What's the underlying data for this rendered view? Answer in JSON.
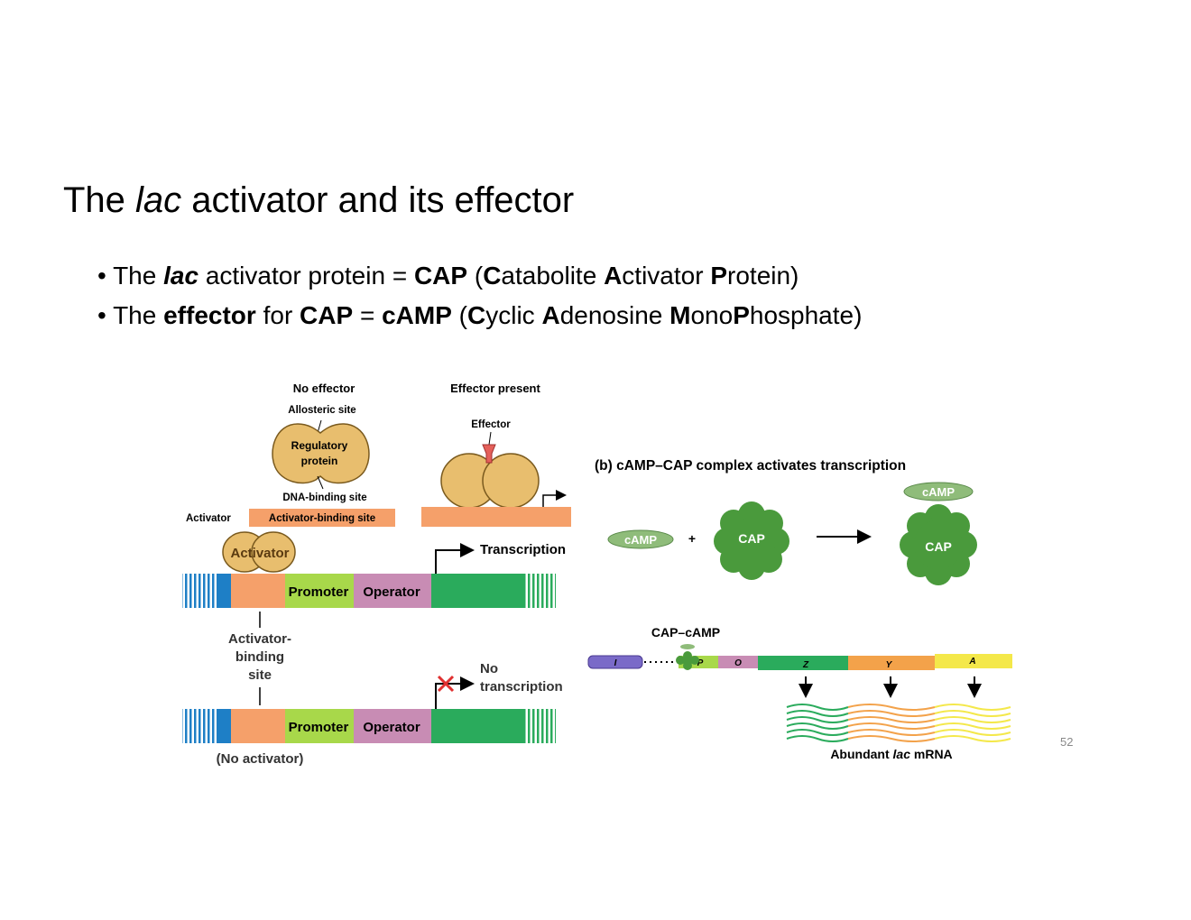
{
  "title": {
    "pre": "The ",
    "italic": "lac",
    "post": " activator and its effector"
  },
  "bullets": [
    {
      "t1": "The ",
      "t2": "lac",
      "t3": " activator protein = ",
      "t4": "CAP",
      "t5": " (",
      "t6": "C",
      "t7": "atabolite ",
      "t8": "A",
      "t9": "ctivator ",
      "t10": "P",
      "t11": "rotein)"
    },
    {
      "t1": "The ",
      "t2": "effector",
      "t3": " for ",
      "t4": "CAP",
      "t5": " = ",
      "t6": "cAMP",
      "t7": " (",
      "t8": "C",
      "t9": "yclic ",
      "t10": "A",
      "t11": "denosine ",
      "t12": "M",
      "t13": "ono",
      "t14": "P",
      "t15": "hosphate)"
    }
  ],
  "page_number": "52",
  "fig_a": {
    "no_effector": "No effector",
    "effector_present": "Effector present",
    "allosteric_site": "Allosteric site",
    "regulatory": "Regulatory",
    "protein": "protein",
    "dna_binding_site": "DNA-binding site",
    "effector": "Effector",
    "activator_label": "Activator",
    "activator_binding_site": "Activator-binding site",
    "activator_protein": "Activator",
    "transcription": "Transcription",
    "promoter": "Promoter",
    "operator": "Operator",
    "abs_line1": "Activator-",
    "abs_line2": "binding",
    "abs_line3": "site",
    "no_trans_line1": "No",
    "no_trans_line2": "transcription",
    "no_activator": "(No activator)"
  },
  "fig_b": {
    "title": "(b) cAMP–CAP complex activates transcription",
    "camp": "cAMP",
    "plus": "+",
    "cap": "CAP",
    "cap_camp": "CAP–cAMP",
    "gene_i": "I",
    "gene_p": "P",
    "gene_o": "O",
    "gene_z": "Z",
    "gene_y": "Y",
    "gene_a": "A",
    "mrna_pre": "Abundant ",
    "mrna_italic": "lac",
    "mrna_post": " mRNA"
  },
  "colors": {
    "protein_fill": "#e8be6e",
    "orange_band": "#f5a06a",
    "promoter_green": "#a8d84a",
    "operator_pink": "#c88cb4",
    "gene_green": "#2aab5c",
    "end_blue": "#1e7fc6",
    "cap_green": "#4a9a3c",
    "camp_green": "#8fbc7a"
  }
}
